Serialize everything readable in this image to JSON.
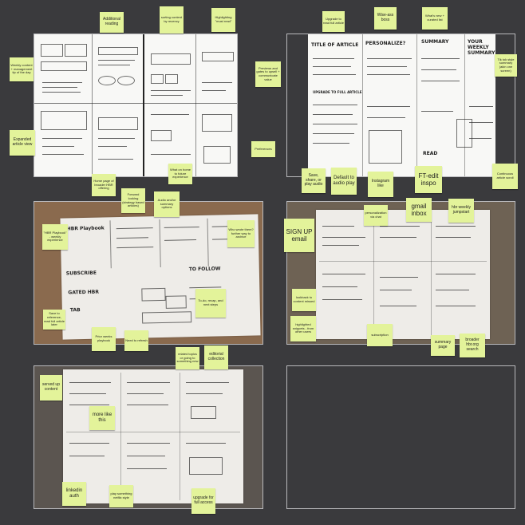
{
  "stickies": {
    "additional_reading": "Additional reading",
    "sorting_content": "sorting content by recency",
    "highlighting_must_read": "Highlighting \"must read\"",
    "weekly_content": "Weekly content + management tip of the day",
    "previews_gates": "Previews and gates to upsell + communicate value",
    "expanded_article": "Expanded article view",
    "preferences": "Preferences",
    "home_page_broader": "Home page of broader HBR offering",
    "what_on_home": "What on home to future experience",
    "upgrade_read": "Upgrade to read full article",
    "wise_ass_boss": "Wise-ass boss",
    "whats_new": "What's new + curated list",
    "tiktok_summary": "Tik tok style summary (akin one screen)",
    "save_share": "Save, share, or play audio",
    "default_audio": "Default to audio play",
    "instagram_like": "Instagram like",
    "ft_edit": "FT-edit inspo",
    "continuous_scroll": "Continuous article scroll",
    "forward_looking": "Forward looking (strategy based articles)",
    "audio_summary": "Audio and/or summary options",
    "hbr_playbook": "\"HBR Playbook\" - weekly experience",
    "who_wrote": "Who wrote them? further way to archive",
    "save_reference": "Save to reference, read full article later",
    "prior_weeks": "Prior weeks playbook",
    "need_refresh": "Need to refresh",
    "todo_recap": "To-do, recap, and next steps",
    "personalization": "personalization via chat",
    "gmail_inbox": "gmail inbox",
    "hbr_jumpstart": "hbr weekly jumpstart",
    "signup_email": "SIGN UP email",
    "lookback": "lookback to content missed",
    "highlighted_snippets": "highlighted snippets - from other users",
    "subscription": "subscription",
    "summary_page": "summary page",
    "broader_search": "broader hbr.org search",
    "related_topics": "related topics or going to something new",
    "editorial_collection": "editorial collection",
    "served_up": "served up content",
    "more_like_this": "more like this",
    "linkedin_auth": "linkedin auth",
    "play_netflix": "play something netflix style",
    "upgrade_access": "upgrade for full access"
  },
  "sketch_text": {
    "title_of_article": "TITLE OF ARTICLE",
    "personalize": "PERSONALIZE?",
    "summary": "SUMMARY",
    "your_weekly_summary": "YOUR WEEKLY SUMMARY",
    "upgrade_full_article": "UPGRADE TO FULL ARTICLE",
    "read": "READ",
    "hbr_playbook": "HBR Playbook",
    "subscribe": "SUBSCRIBE",
    "to_follow": "TO FOLLOW",
    "gated_hbr": "GATED HBR",
    "hbr_tab": "TAB"
  }
}
